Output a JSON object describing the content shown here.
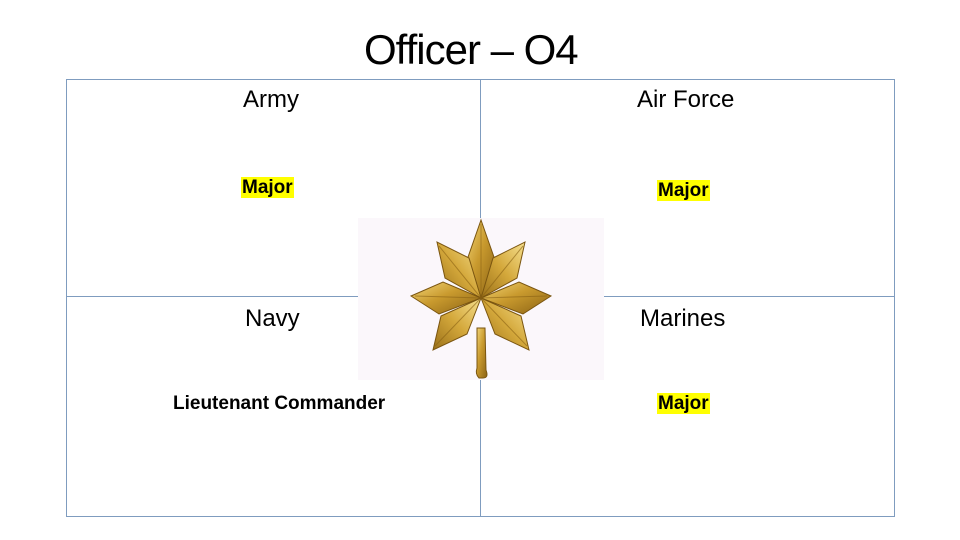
{
  "title": "Officer – O4",
  "quadrants": {
    "army": {
      "branch": "Army",
      "rank": "Major"
    },
    "airforce": {
      "branch": "Air Force",
      "rank": "Major"
    },
    "navy": {
      "branch": "Navy",
      "rank": "Lieutenant Commander"
    },
    "marines": {
      "branch": "Marines",
      "rank": "Major"
    }
  },
  "insignia": {
    "icon": "gold-oak-leaf-icon"
  },
  "colors": {
    "highlight": "#ffff00",
    "border": "#7f9cbf",
    "insignia_gold": "#c9a032"
  }
}
